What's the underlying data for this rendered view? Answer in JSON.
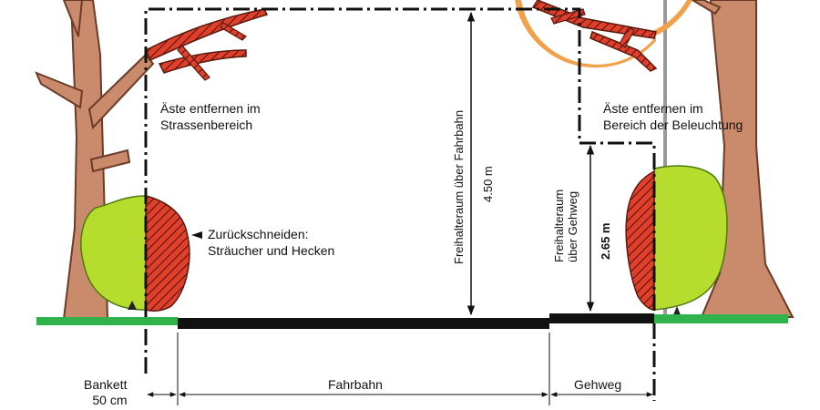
{
  "labels": {
    "remove_branches_street": [
      "Äste entfernen im",
      "Strassenbereich"
    ],
    "remove_branches_lighting": [
      "Äste entfernen im",
      "Bereich der Beleuchtung"
    ],
    "trim_shrubs": [
      "Zurückschneiden:",
      "Sträucher und Hecken"
    ],
    "clearance_road": "Freihalteraum über Fahrbahn",
    "clearance_road_height": "4.50 m",
    "clearance_walkway": [
      "Freihalteraum",
      "über Gehweg"
    ],
    "clearance_walkway_height": "2.65 m",
    "bankett": [
      "Bankett",
      "50 cm"
    ],
    "roadway": "Fahrbahn",
    "walkway": "Gehweg"
  },
  "colors": {
    "trunk": "#c98b6b",
    "trunk_outline": "#6b3b28",
    "shrub": "#b6dc2e",
    "ground_green": "#2fb34a",
    "road": "#111111",
    "cut_red": "#e0402a",
    "lamp_circle": "#f2a04a",
    "pole": "#999999"
  }
}
